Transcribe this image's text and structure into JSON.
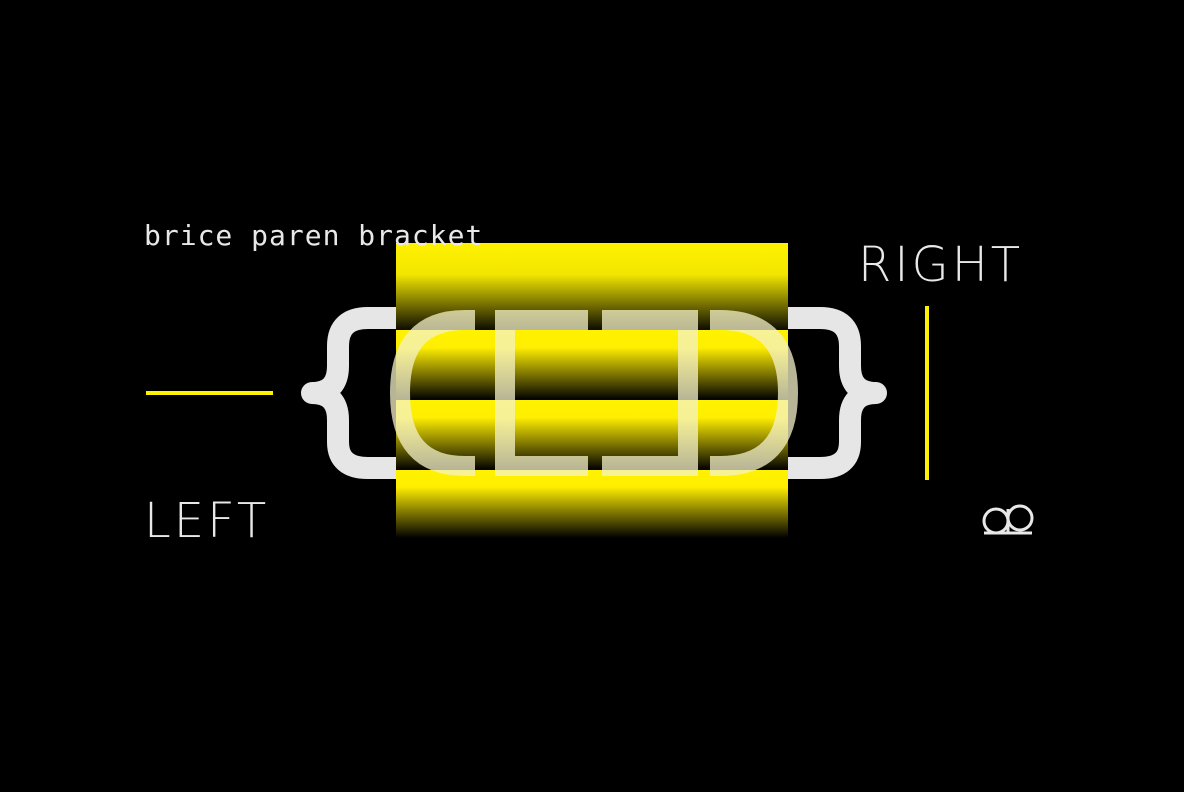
{
  "subtitle": "brice paren bracket",
  "labels": {
    "right": "RIGHT",
    "left": "LEFT"
  },
  "colors": {
    "background": "#000000",
    "accent": "#fff200",
    "glyph": "#e6e6e6"
  },
  "icons": {
    "logo": "ap-monogram-icon",
    "left-line": "horizontal-line-icon",
    "right-line": "vertical-line-icon",
    "left-brace": "left-curly-brace-icon",
    "right-brace": "right-curly-brace-icon"
  }
}
